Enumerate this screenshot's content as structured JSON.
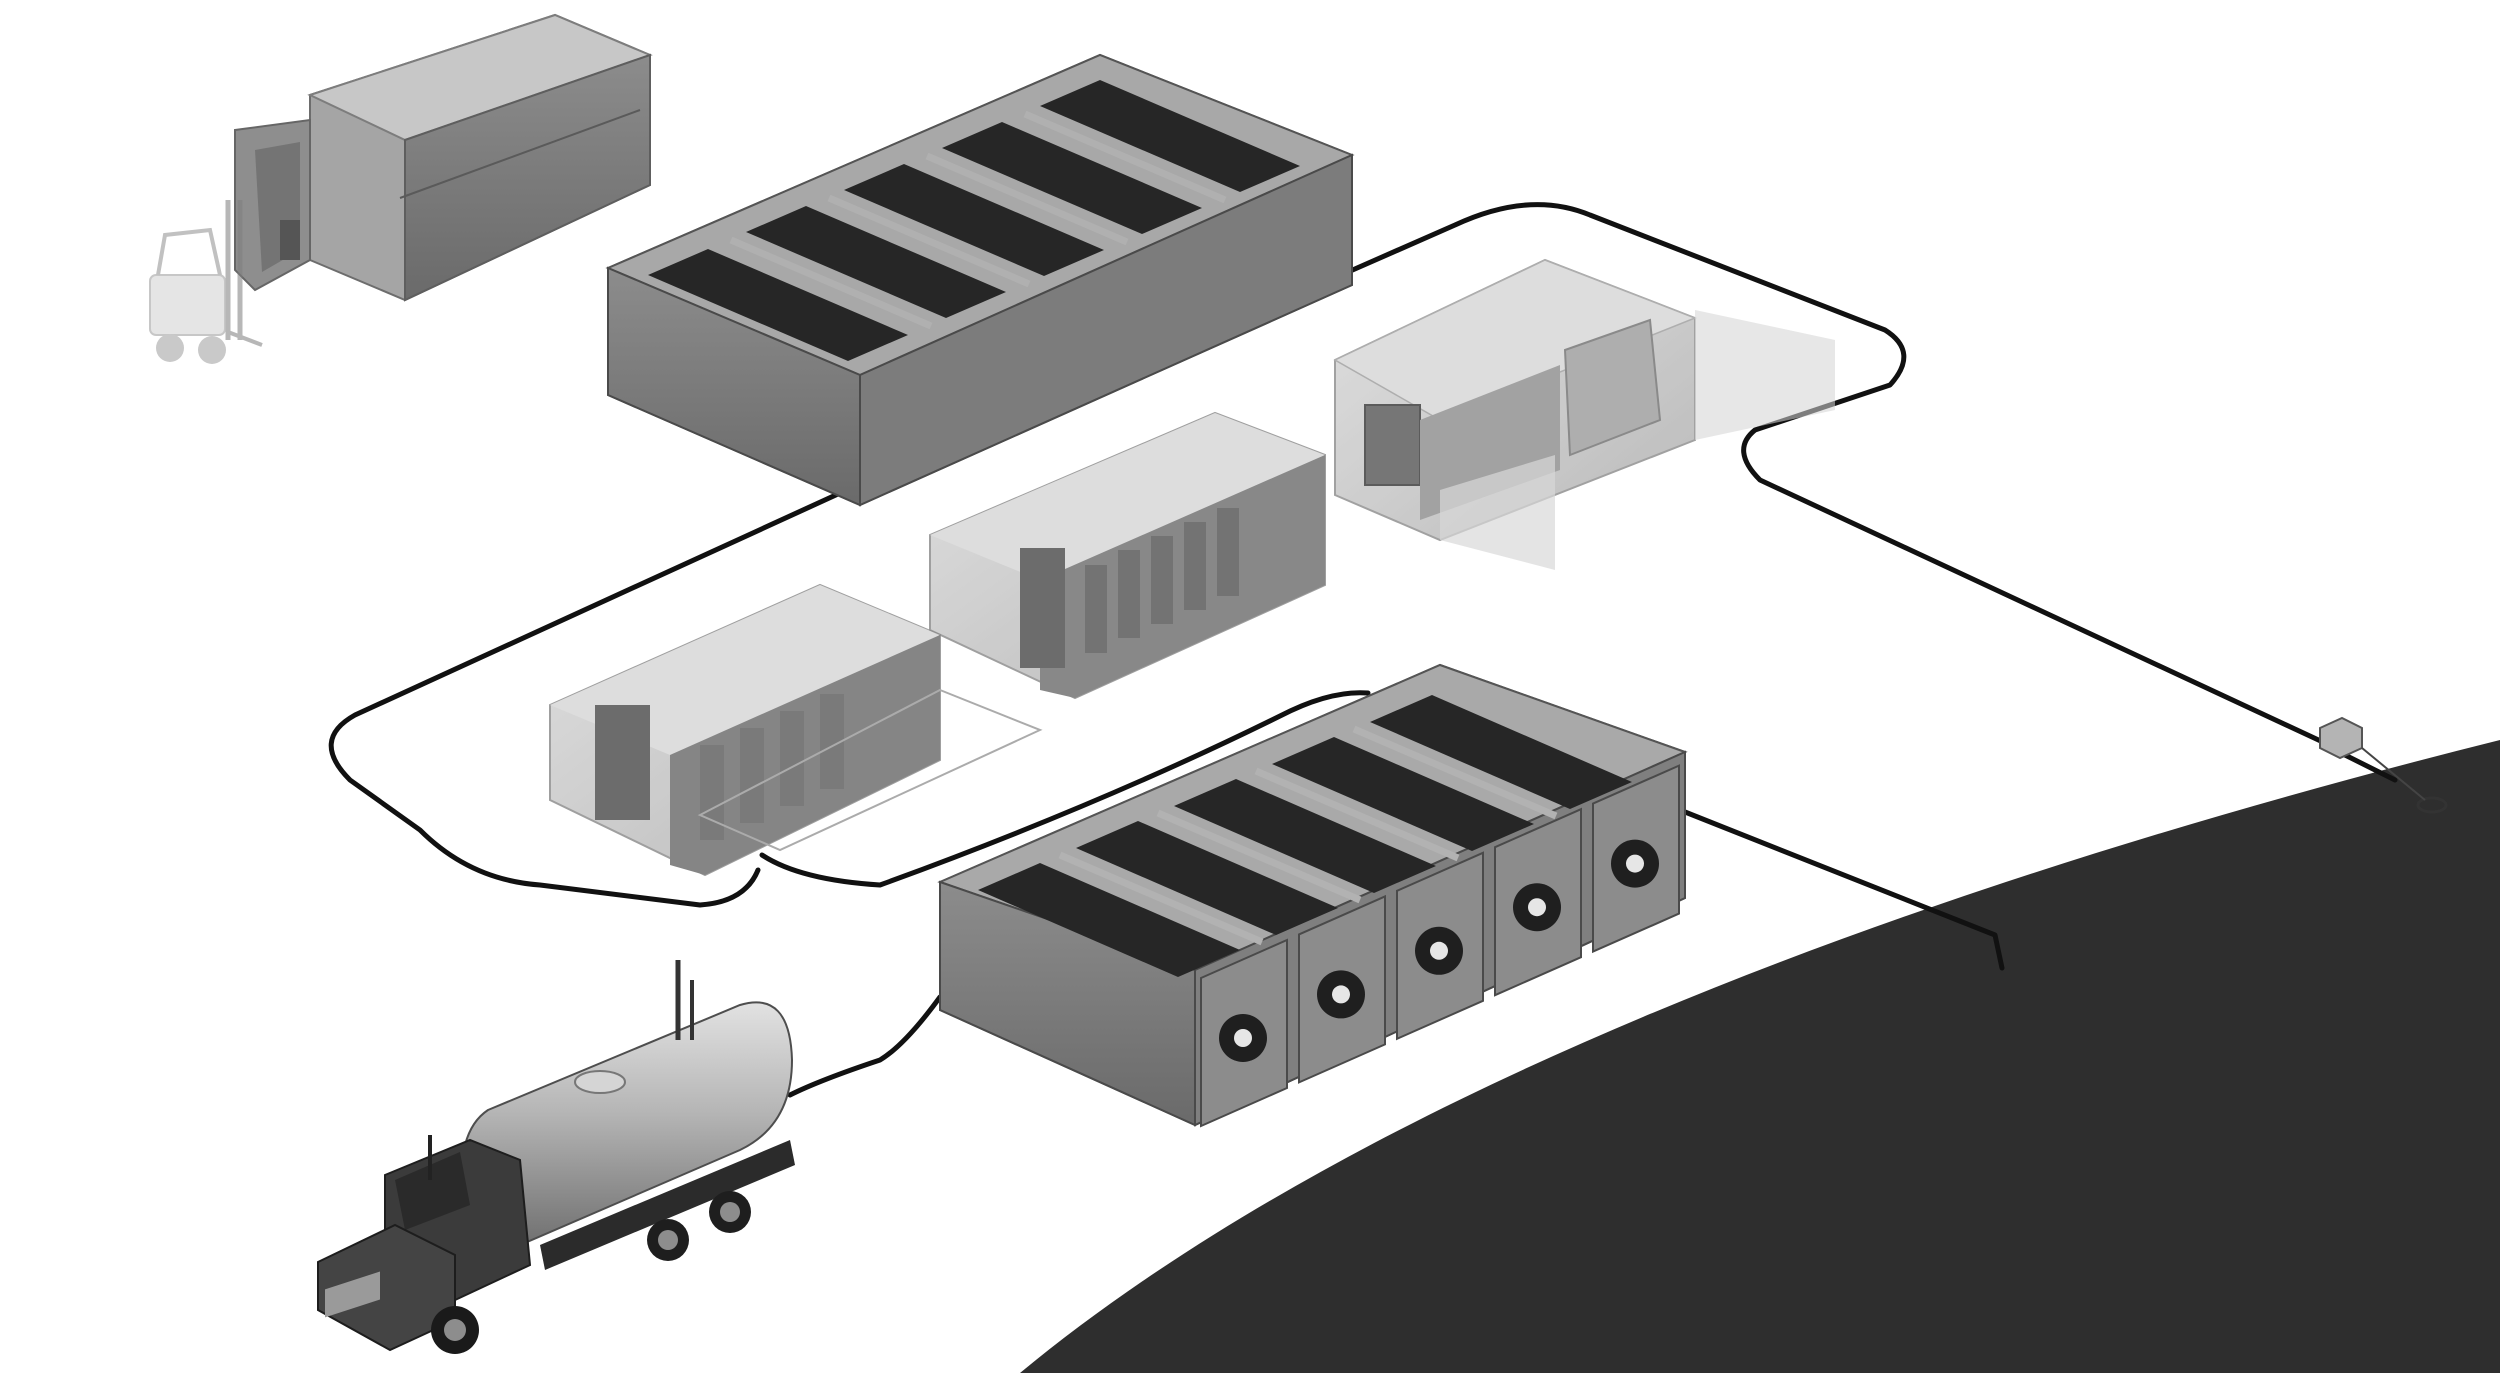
{
  "diagram": {
    "title": "",
    "colors": {
      "background": "#ffffff",
      "road": "#2e2e2e",
      "pipe": "#111111",
      "container_side": "#7a7a7a",
      "container_top": "#9a9a9a",
      "container_end": "#8c8c8c",
      "tank_basin": "#262626",
      "ghost": "#bdbdbd",
      "steel": "#b9b9b9",
      "cab": "#3a3a3a"
    },
    "components": [
      {
        "id": "delivery-truck",
        "icon": "box-truck-icon"
      },
      {
        "id": "forklift",
        "icon": "forklift-icon"
      },
      {
        "id": "upper-treatment-basins",
        "icon": "open-top-container-icon",
        "cells": 5
      },
      {
        "id": "lab-office-module",
        "icon": "module-icon"
      },
      {
        "id": "equipment-module-1",
        "icon": "module-icon"
      },
      {
        "id": "equipment-module-2",
        "icon": "module-icon"
      },
      {
        "id": "lower-treatment-basins",
        "icon": "open-top-container-icon",
        "cells": 5
      },
      {
        "id": "tanker-truck",
        "icon": "tanker-truck-icon"
      },
      {
        "id": "outfall-junction-box",
        "icon": "junction-box-icon"
      },
      {
        "id": "road",
        "icon": "road-icon"
      }
    ]
  }
}
